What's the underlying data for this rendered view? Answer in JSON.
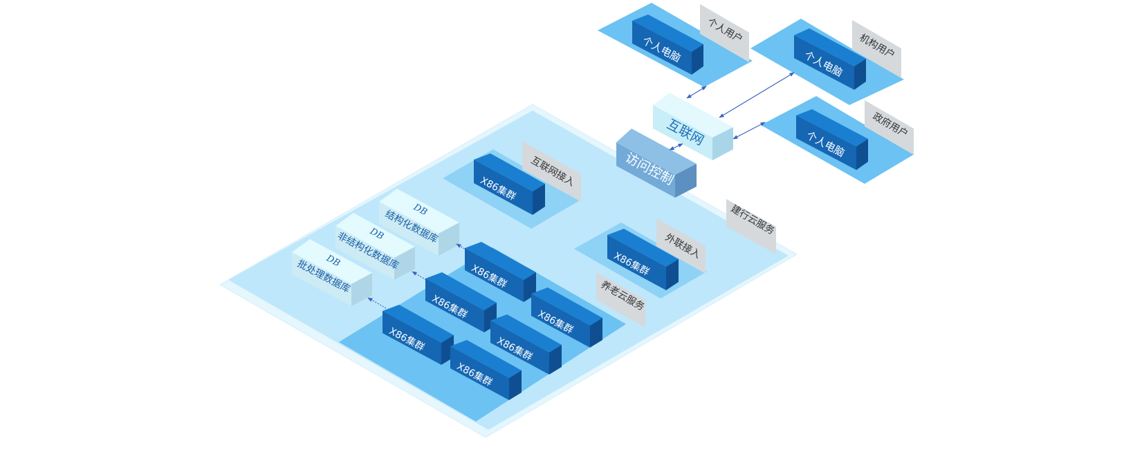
{
  "colors": {
    "platform_light": "#e6f6fd",
    "platform_main": "#bee7fb",
    "zone": "#6cc2f2",
    "zone_light": "#a5daf7",
    "box_top": "#1a7fd0",
    "box_front": "#1566b3",
    "box_side": "#0f4f91",
    "db_top": "#e3fafe",
    "db_front": "#cdebf4",
    "db_side": "#aed6e6",
    "db_text": "#1a5fa8",
    "tag": "#d5d9dc",
    "arrow": "#3a64c0",
    "internet_top": "#e4f9fd",
    "internet_front": "#c8eef7",
    "internet_side": "#a8d6e8",
    "access_top": "#8ec0e6",
    "access_front": "#73aad8",
    "access_side": "#5b90c0"
  },
  "users": [
    {
      "device": "个人电脑",
      "tag": "个人用户"
    },
    {
      "device": "个人电脑",
      "tag": "机构用户"
    },
    {
      "device": "个人电脑",
      "tag": "政府用户"
    }
  ],
  "network": {
    "internet": "互联网",
    "access_control": "访问控制"
  },
  "platform": {
    "ccb_tag": "建行云服务",
    "elder_tag": "养老云服务"
  },
  "zones": {
    "internet_access": {
      "tag": "互联网接入",
      "cluster": "X86集群"
    },
    "external_access": {
      "tag": "外联接入",
      "cluster": "X86集群"
    }
  },
  "clusters": [
    "X86集群",
    "X86集群",
    "X86集群",
    "X86集群",
    "X86集群",
    "X86集群"
  ],
  "databases": [
    {
      "top": "DB",
      "name": "结构化数据库"
    },
    {
      "top": "DB",
      "name": "非结构化数据库"
    },
    {
      "top": "DB",
      "name": "批处理数据库"
    }
  ]
}
